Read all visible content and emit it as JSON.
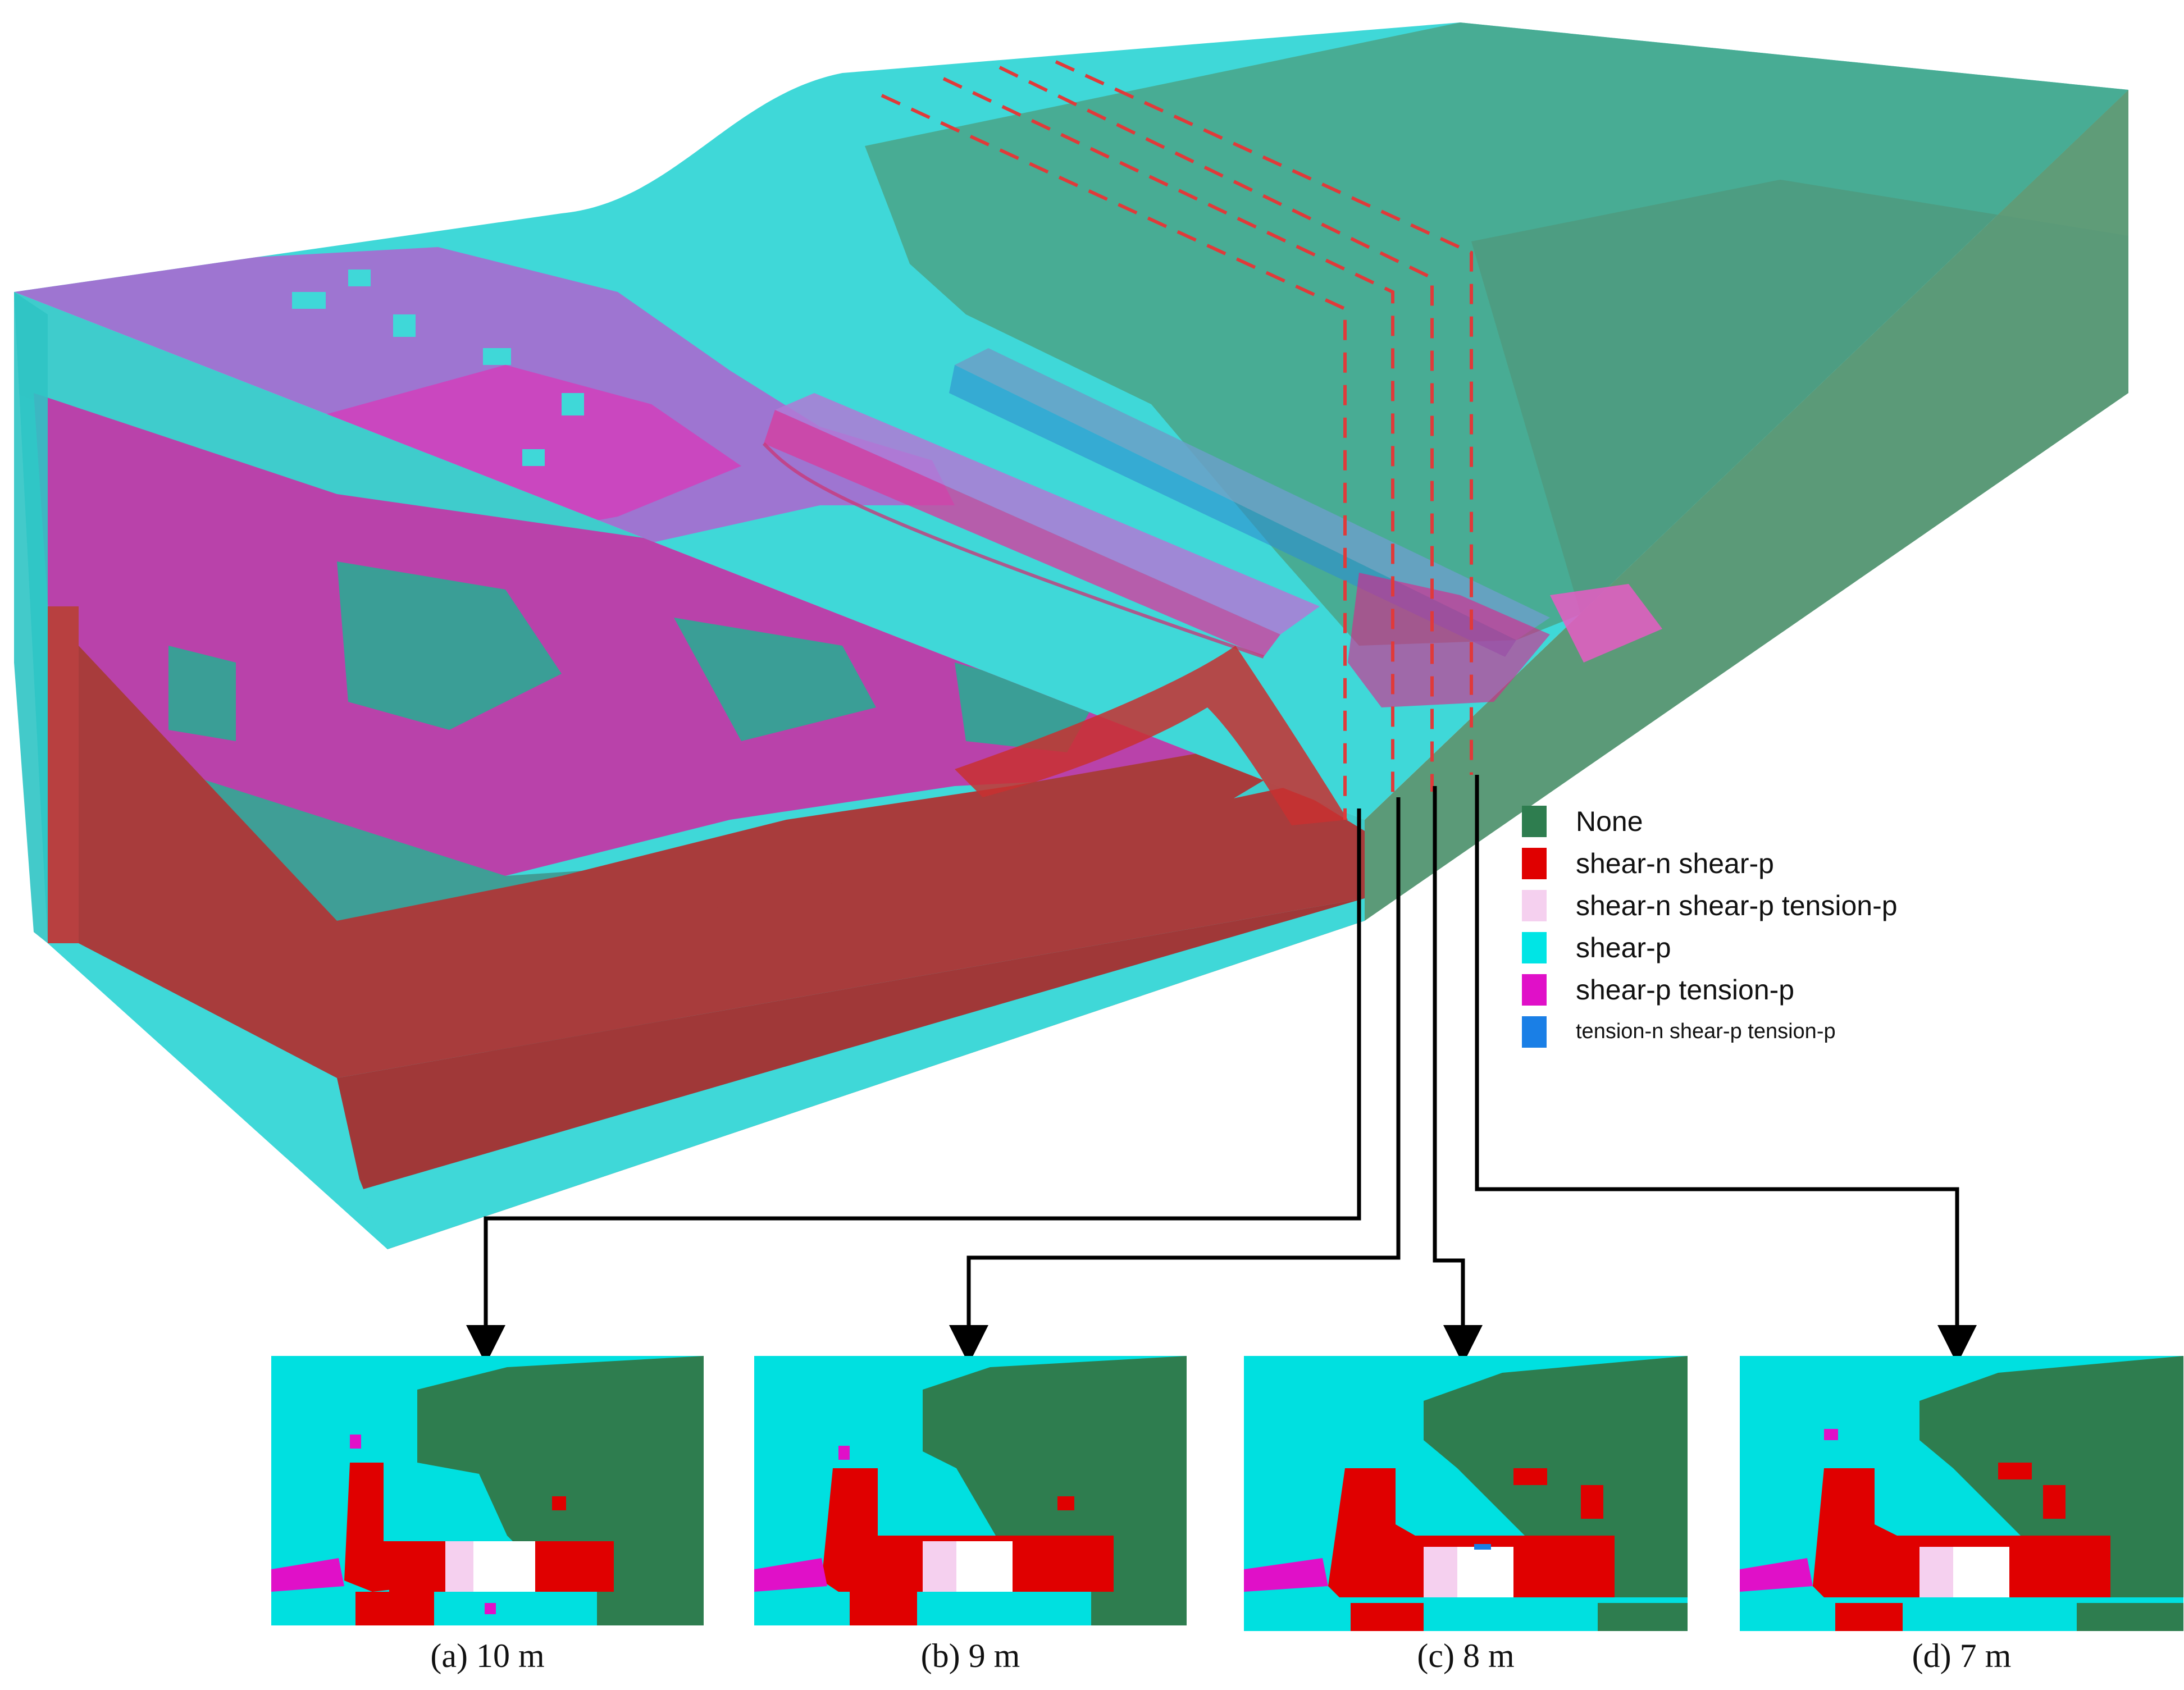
{
  "legend": {
    "items": [
      {
        "label": "None",
        "color": "#2e7d4f"
      },
      {
        "label": "shear-n shear-p",
        "color": "#e00000"
      },
      {
        "label": "shear-n shear-p tension-p",
        "color": "#f5d0ef"
      },
      {
        "label": "shear-p",
        "color": "#00e5e5"
      },
      {
        "label": "shear-p tension-p",
        "color": "#e010c8"
      },
      {
        "label": "tension-n shear-p tension-p",
        "color": "#1a7fe6"
      }
    ]
  },
  "panels": [
    {
      "caption": "(a) 10 m"
    },
    {
      "caption": "(b) 9 m"
    },
    {
      "caption": "(c) 8 m"
    },
    {
      "caption": "(d) 7 m"
    }
  ]
}
